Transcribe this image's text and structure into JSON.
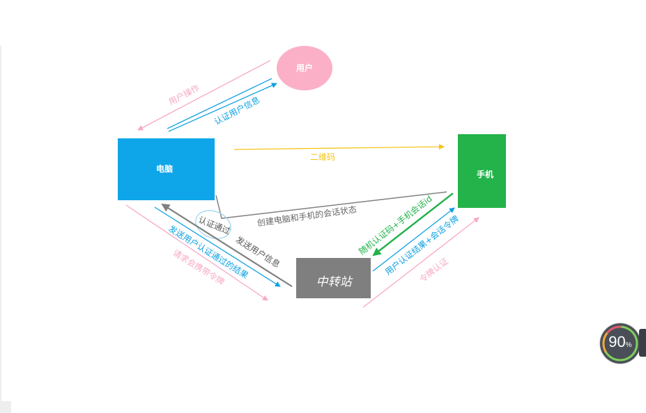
{
  "nodes": {
    "user": "用户",
    "pc": "电脑",
    "phone": "手机",
    "relay": "中转站"
  },
  "edges": {
    "user_action": "用户操作",
    "auth_user_info": "认证用户信息",
    "qr_code": "二维码",
    "create_session": "创建电脑和手机的会话状态",
    "auth_passed": "认证通过",
    "send_user_info": "发送用户信息",
    "send_auth_result": "发送用户认证通过的结果",
    "request_token": "请求会携带令牌",
    "random_code": "随机认证码+手机会话id",
    "user_auth_result": "用户认证结果+会话令牌",
    "token_auth": "令牌认证"
  },
  "colors": {
    "pink": "#f7a8c4",
    "blue": "#0ea0e0",
    "yellow": "#f5c518",
    "gray": "#808080",
    "green": "#22b14c",
    "pc_box": "#0ea5e9",
    "phone_box": "#23b34a",
    "relay_box": "#7f7f7f",
    "user_ellipse": "#fbb0c8"
  },
  "widget": {
    "value": "90",
    "unit": "%"
  }
}
